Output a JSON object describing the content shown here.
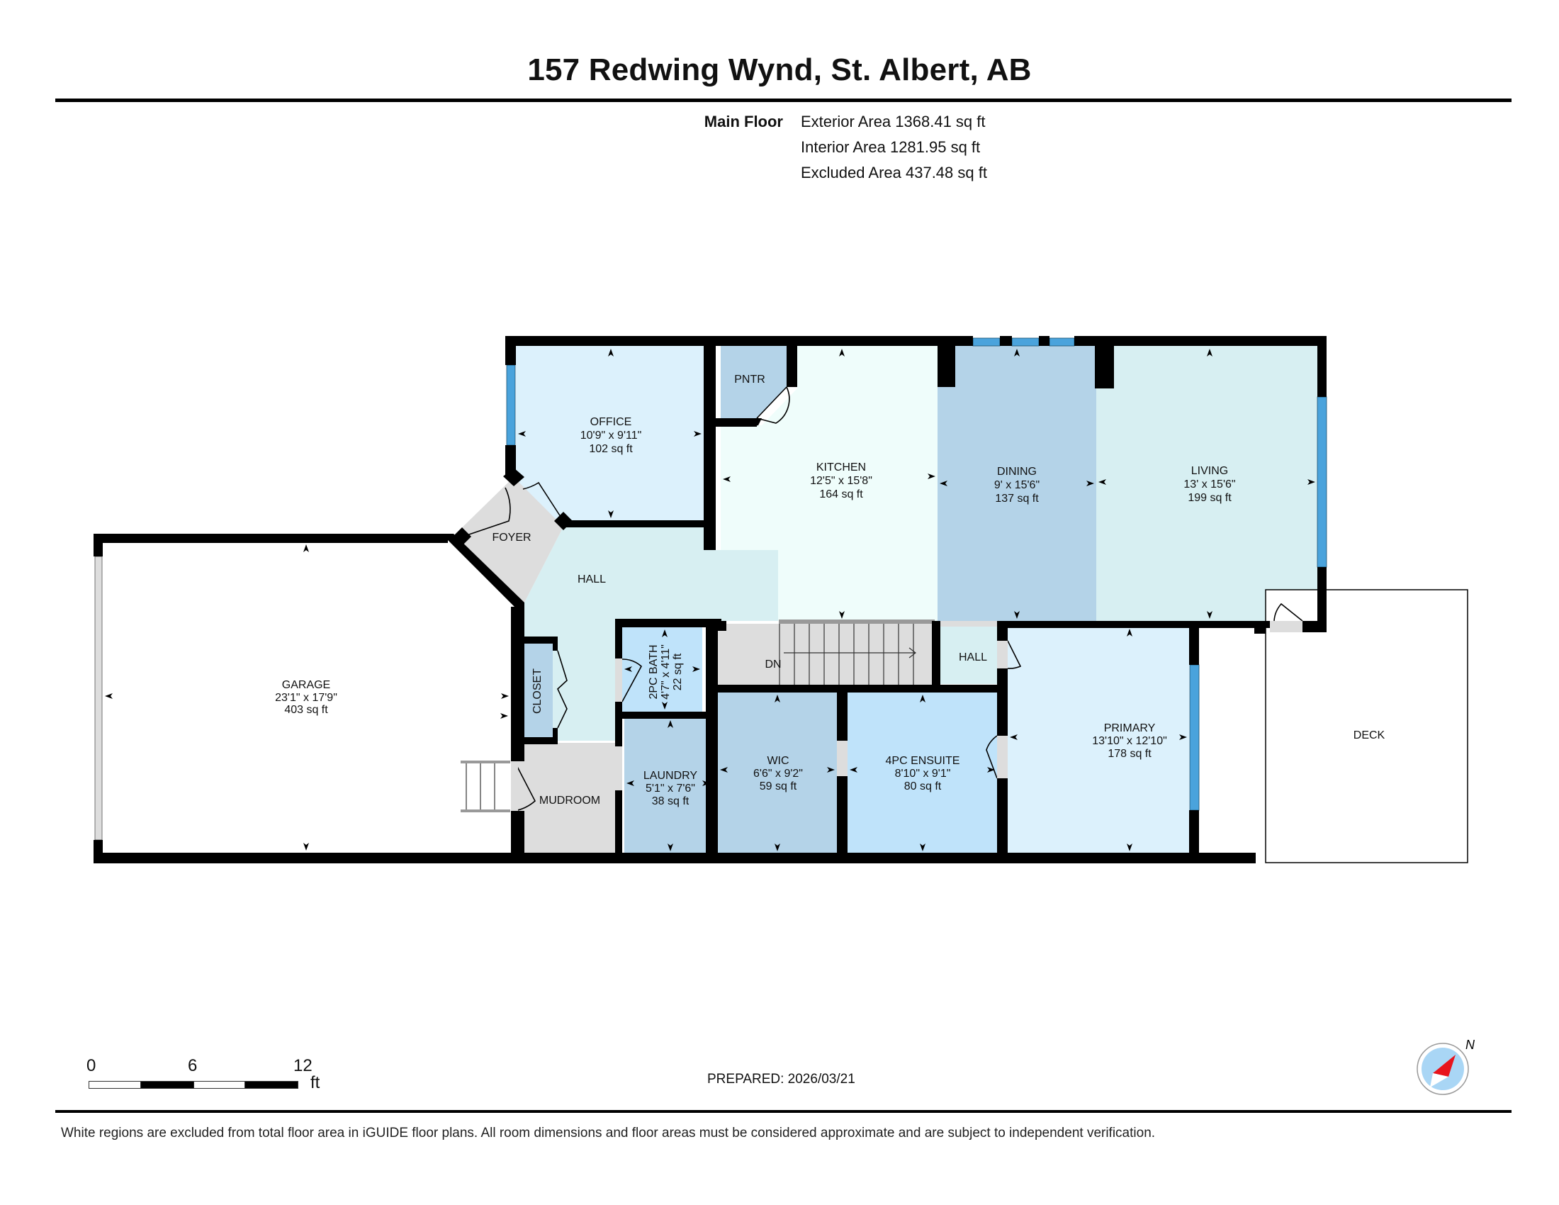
{
  "header": {
    "title": "157 Redwing Wynd, St. Albert, AB"
  },
  "areas": {
    "floor_label": "Main Floor",
    "exterior": "Exterior Area 1368.41 sq ft",
    "interior": "Interior Area 1281.95 sq ft",
    "excluded": "Excluded Area 437.48 sq ft"
  },
  "colors": {
    "wall": "#000000",
    "window": "#4aa3dc",
    "office": "#dcf1fc",
    "kitchen": "#effdfb",
    "dining": "#b4d3e8",
    "living": "#d7eff2",
    "pantry": "#b4d3e8",
    "hall": "#d7eff2",
    "foyer": "#dddddd",
    "closet": "#b4d3e8",
    "bath2": "#bfe3fa",
    "laundry": "#b4d3e8",
    "wic": "#b4d3e8",
    "ensuite": "#bfe3fa",
    "primary": "#dcf1fc",
    "stairs": "#dddddd",
    "garage": "#ffffff",
    "deck": "#ffffff",
    "compass_face": "#a9d6f5",
    "compass_needle": "#e8141c"
  },
  "rooms": {
    "office": {
      "name": "OFFICE",
      "dims": "10'9\" x 9'11\"",
      "area": "102 sq ft"
    },
    "pantry": {
      "name": "PNTR"
    },
    "kitchen": {
      "name": "KITCHEN",
      "dims": "12'5\" x 15'8\"",
      "area": "164 sq ft"
    },
    "dining": {
      "name": "DINING",
      "dims": "9' x 15'6\"",
      "area": "137 sq ft"
    },
    "living": {
      "name": "LIVING",
      "dims": "13' x 15'6\"",
      "area": "199 sq ft"
    },
    "foyer": {
      "name": "FOYER"
    },
    "hall": {
      "name": "HALL"
    },
    "garage": {
      "name": "GARAGE",
      "dims": "23'1\" x 17'9\"",
      "area": "403 sq ft"
    },
    "closet": {
      "name": "CLOSET"
    },
    "bath2": {
      "name": "2PC BATH",
      "dims": "4'7\" x 4'11\"",
      "area": "22 sq ft"
    },
    "stairs": {
      "name": "DN"
    },
    "hall2": {
      "name": "HALL"
    },
    "mudroom": {
      "name": "MUDROOM"
    },
    "laundry": {
      "name": "LAUNDRY",
      "dims": "5'1\" x 7'6\"",
      "area": "38 sq ft"
    },
    "wic": {
      "name": "WIC",
      "dims": "6'6\" x 9'2\"",
      "area": "59 sq ft"
    },
    "ensuite": {
      "name": "4PC ENSUITE",
      "dims": "8'10\" x 9'1\"",
      "area": "80 sq ft"
    },
    "primary": {
      "name": "PRIMARY",
      "dims": "13'10\" x 12'10\"",
      "area": "178 sq ft"
    },
    "deck": {
      "name": "DECK"
    }
  },
  "scale_bar": {
    "ticks": [
      "0",
      "6",
      "12"
    ],
    "unit": "ft"
  },
  "compass": {
    "label": "N",
    "icon": "compass-icon"
  },
  "footer": {
    "prepared": "PREPARED: 2026/03/21",
    "disclaimer": "White regions are excluded from total floor area in iGUIDE floor plans. All room dimensions and floor areas must be considered approximate and are subject to independent verification."
  }
}
